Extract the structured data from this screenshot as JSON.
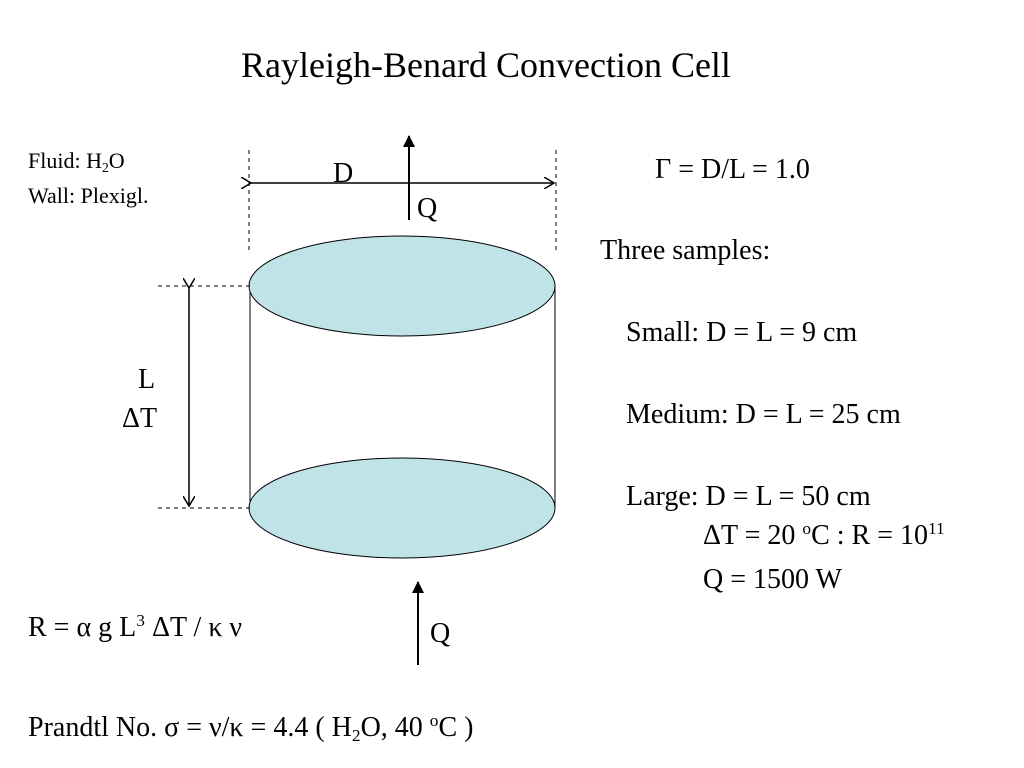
{
  "title": "Rayleigh-Benard Convection Cell",
  "fluid": {
    "label": "Fluid: H",
    "sub": "2",
    "after": "O"
  },
  "wall": "Wall: Plexigl.",
  "diagram": {
    "width_label": "D",
    "height_label": "L",
    "delta_t_label": "ΔT",
    "heat_out_label": "Q",
    "heat_in_label": "Q",
    "plate_color": "#c0e3e8"
  },
  "aspect": "Γ = D/L = 1.0",
  "samples": {
    "heading": "Three samples:",
    "small": "Small: D = L = 9 cm",
    "medium": "Medium: D = L = 25 cm",
    "large": "Large: D = L = 50 cm",
    "dt_part1": "ΔT = 20 ",
    "dt_deg": "o",
    "dt_part2": "C :   R = 10",
    "dt_exp": "11",
    "power": "Q = 1500 W"
  },
  "rayleigh": {
    "part1": "R = α g L",
    "exp": "3",
    "part2": " ΔT / κ ν"
  },
  "prandtl": {
    "part1": "Prandtl No. σ = ν/κ = 4.4  ( H",
    "sub": "2",
    "part2": "O,  40 ",
    "deg": "o",
    "part3": "C )"
  }
}
